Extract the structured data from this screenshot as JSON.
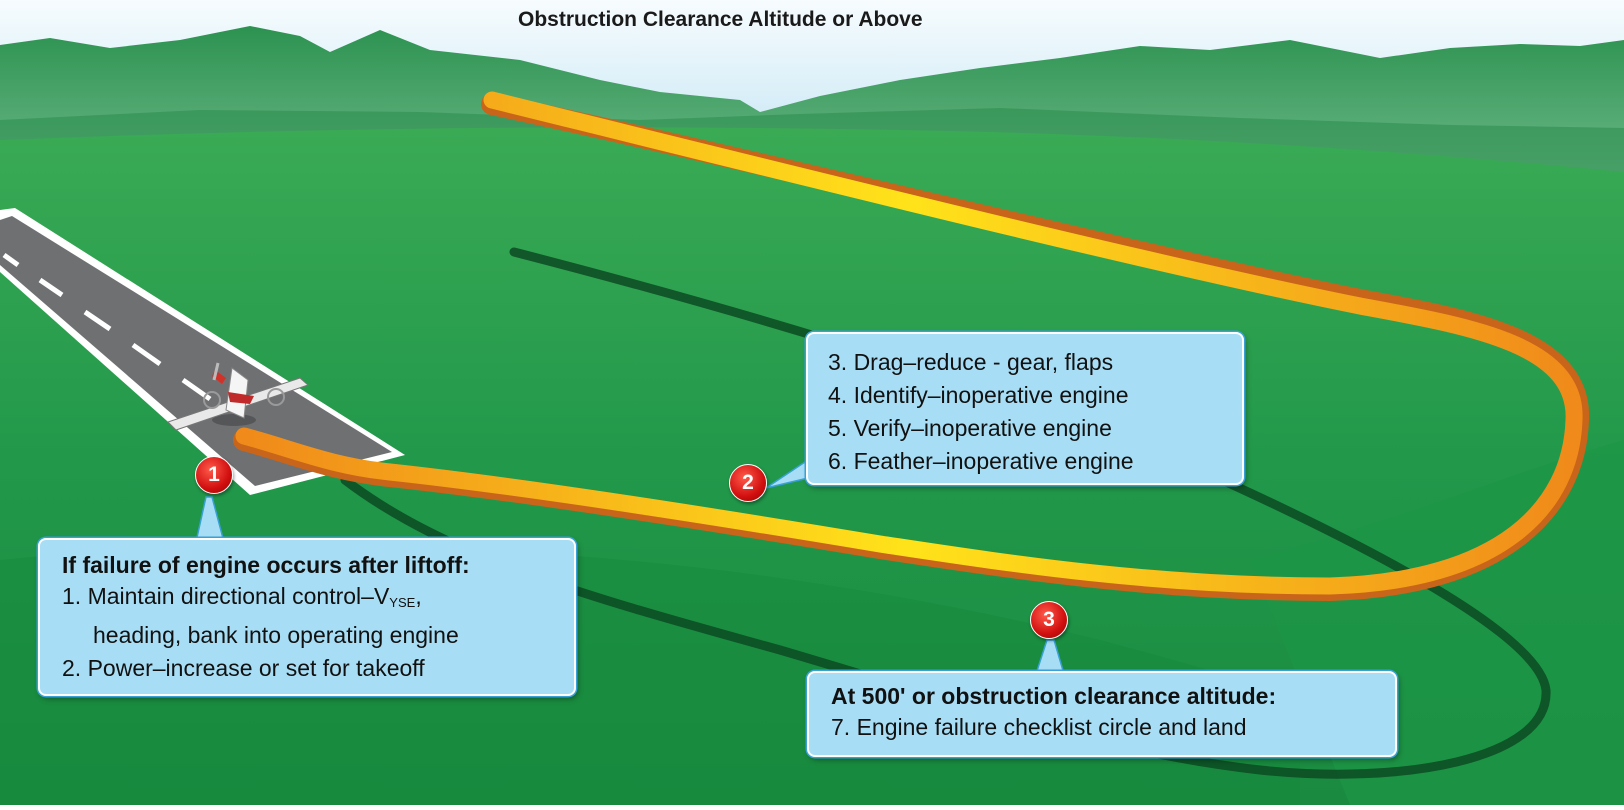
{
  "title": "Obstruction Clearance Altitude or Above",
  "markers": {
    "m1": "1",
    "m2": "2",
    "m3": "3"
  },
  "callout_1": {
    "heading": "If failure of engine occurs after liftoff:",
    "line1_prefix": "1. Maintain directional control–V",
    "line1_subscript": "YSE",
    "line1_suffix": ",",
    "line1_cont": "heading, bank into operating engine",
    "line2": "2. Power–increase or set for takeoff"
  },
  "callout_2": {
    "items": [
      "3. Drag–reduce - gear, flaps",
      "4. Identify–inoperative engine",
      "5. Verify–inoperative engine",
      "6. Feather–inoperative engine"
    ]
  },
  "callout_3": {
    "heading": "At 500' or obstruction clearance altitude:",
    "line": "7. Engine failure checklist circle and land"
  },
  "colors": {
    "sky": "#e8f6fb",
    "mountains": "#2e9a52",
    "field": "#1f9a48",
    "runway": "#6f7072",
    "flight_path": "#f39a1e",
    "callout_fill": "#a8def5",
    "marker": "#d10f0f"
  }
}
